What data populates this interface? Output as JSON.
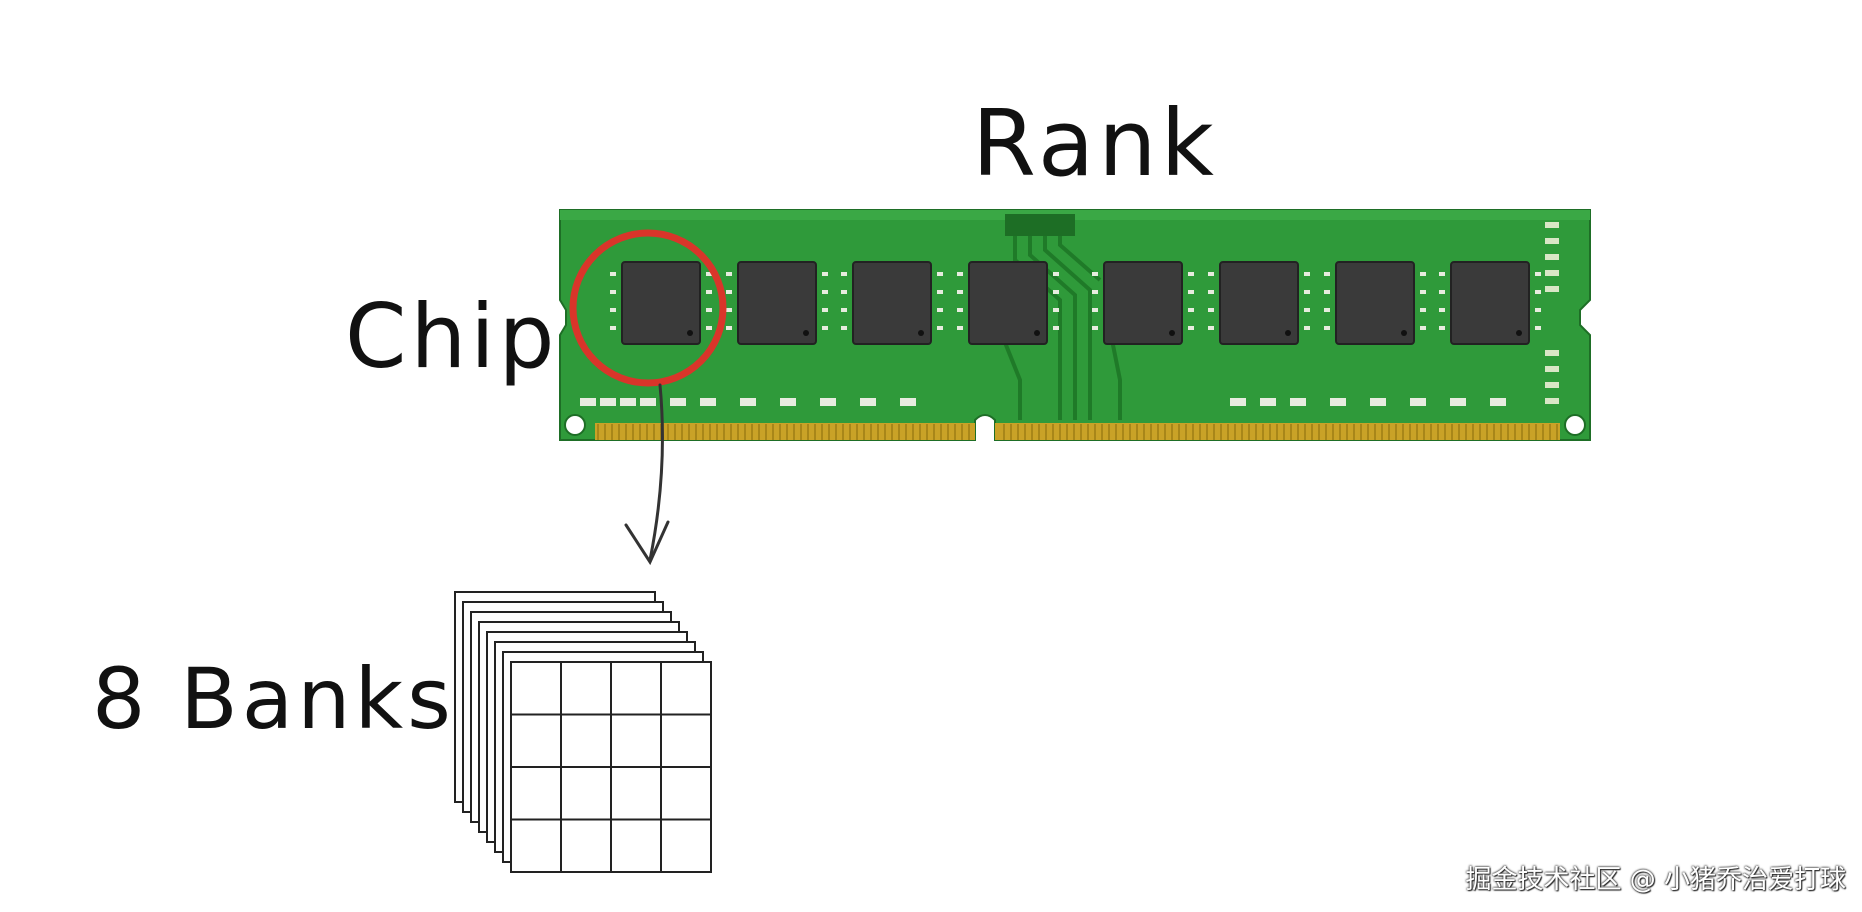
{
  "labels": {
    "rank": "Rank",
    "chip": "Chip",
    "banks": "8 Banks"
  },
  "watermark": "掘金技术社区 @ 小猪乔治爱打球",
  "colors": {
    "pcb": "#2f9a3a",
    "pcb_dark": "#217a2a",
    "chip": "#3a3a3a",
    "gold_contacts": "#c9a227",
    "highlight_circle": "#d9352a"
  },
  "memory_module": {
    "chip_count": 8
  },
  "bank_stack": {
    "bank_count": 8,
    "grid_rows": 4,
    "grid_cols": 4
  }
}
